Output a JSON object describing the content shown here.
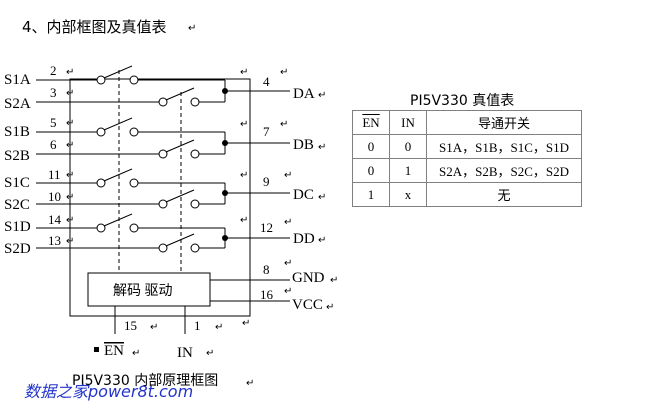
{
  "heading": "4、内部框图及真值表",
  "diagram": {
    "left_pins": [
      {
        "label": "S1A",
        "pin": "2"
      },
      {
        "label": "S2A",
        "pin": "3"
      },
      {
        "label": "S1B",
        "pin": "5"
      },
      {
        "label": "S2B",
        "pin": "6"
      },
      {
        "label": "S1C",
        "pin": "11"
      },
      {
        "label": "S2C",
        "pin": "10"
      },
      {
        "label": "S1D",
        "pin": "14"
      },
      {
        "label": "S2D",
        "pin": "13"
      }
    ],
    "right_pins": [
      {
        "label": "DA",
        "pin": "4"
      },
      {
        "label": "DB",
        "pin": "7"
      },
      {
        "label": "DC",
        "pin": "9"
      },
      {
        "label": "DD",
        "pin": "12"
      },
      {
        "label": "GND",
        "pin": "8"
      },
      {
        "label": "VCC",
        "pin": "16"
      }
    ],
    "driver_label": "解码 驱动",
    "bottom_pins": [
      {
        "label": "EN",
        "pin": "15"
      },
      {
        "label": "IN",
        "pin": "1"
      }
    ],
    "caption": "PI5V330 内部原理框图"
  },
  "truth_table": {
    "title": "PI5V330 真值表",
    "headers": [
      "EN",
      "IN",
      "导通开关"
    ],
    "rows": [
      [
        "0",
        "0",
        "S1A，S1B，S1C，S1D"
      ],
      [
        "0",
        "1",
        "S2A，S2B，S2C，S2D"
      ],
      [
        "1",
        "x",
        "无"
      ]
    ]
  },
  "watermark": "数据之家power8t.com"
}
